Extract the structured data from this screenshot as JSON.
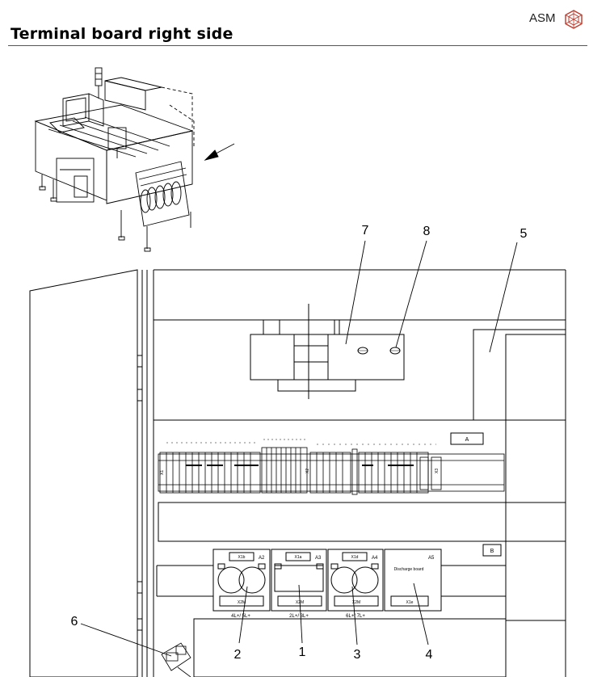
{
  "header": {
    "brand": "ASM",
    "title": "Terminal board right side",
    "logo_icon": "asm-logo-icon"
  },
  "callouts": [
    "7",
    "8",
    "5",
    "6",
    "2",
    "1",
    "3",
    "4"
  ],
  "panel_labels": {
    "box_a": "A",
    "box_b": "B",
    "x1_label": "X1",
    "x2_label": "X2",
    "x3_label": "X3"
  },
  "modules": [
    {
      "id": "A2",
      "tag": "X1b",
      "bottom_tag": "X2M",
      "caption": "4L+/ 5L+"
    },
    {
      "id": "A3",
      "tag": "X1a",
      "bottom_tag": "X2M",
      "caption": "2L+/ 3L+"
    },
    {
      "id": "A4",
      "tag": "X1d",
      "bottom_tag": "X2M",
      "caption": "6L+/ 7L+"
    },
    {
      "id": "A5",
      "tag": "",
      "title": "Discharge board",
      "bottom_tag": "X1e",
      "caption": ""
    }
  ],
  "colors": {
    "line": "#000000",
    "rule": "#555555",
    "logo": "#c0392b"
  }
}
